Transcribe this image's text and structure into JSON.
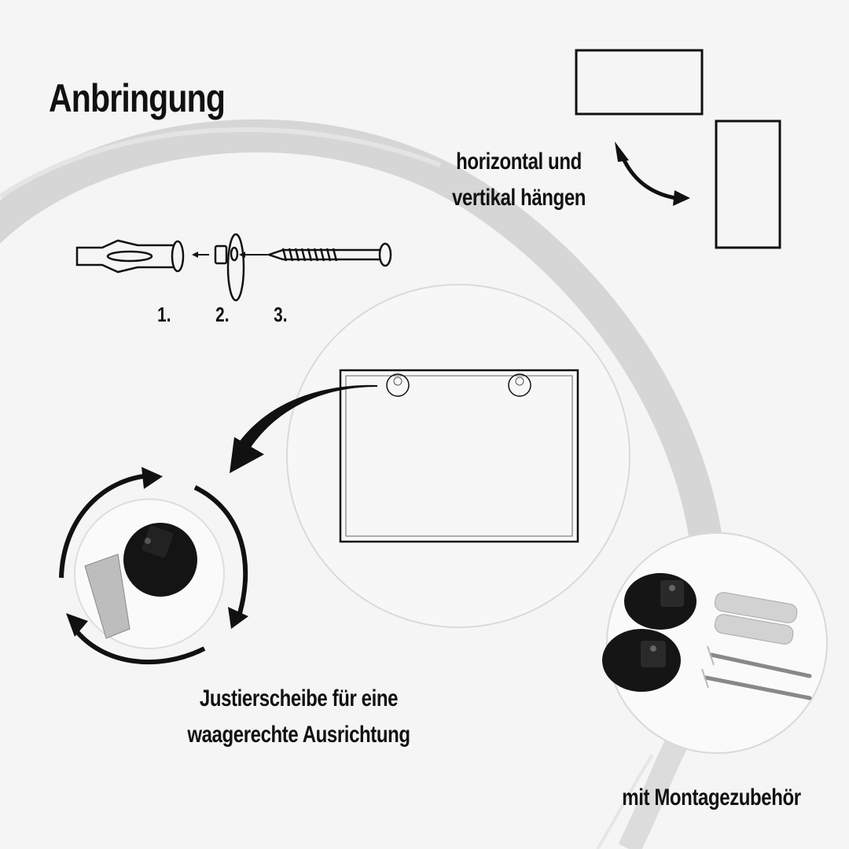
{
  "header": {
    "title": "Anbringung"
  },
  "orientation": {
    "label_line1": "horizontal und",
    "label_line2": "vertikal hängen",
    "icons": [
      "landscape-frame-icon",
      "portrait-frame-icon",
      "rotate-double-arrow-icon"
    ]
  },
  "assembly": {
    "steps": [
      {
        "number": "1.",
        "part": "wall-plug"
      },
      {
        "number": "2.",
        "part": "adjustment-disc"
      },
      {
        "number": "3.",
        "part": "screw"
      }
    ]
  },
  "frame_diagram": {
    "mount_points": 2
  },
  "adjustment": {
    "label_line1": "Justierscheibe für eine",
    "label_line2": "waagerechte Ausrichtung"
  },
  "accessories": {
    "label": "mit Montagezubehör",
    "items": [
      "adjustment-disc",
      "adjustment-disc",
      "wall-plug",
      "wall-plug",
      "screw",
      "screw"
    ]
  },
  "colors": {
    "background": "#f5f5f5",
    "ink": "#111111",
    "brush": "#d6d6d6",
    "circle_outline": "#d9d9d9"
  }
}
